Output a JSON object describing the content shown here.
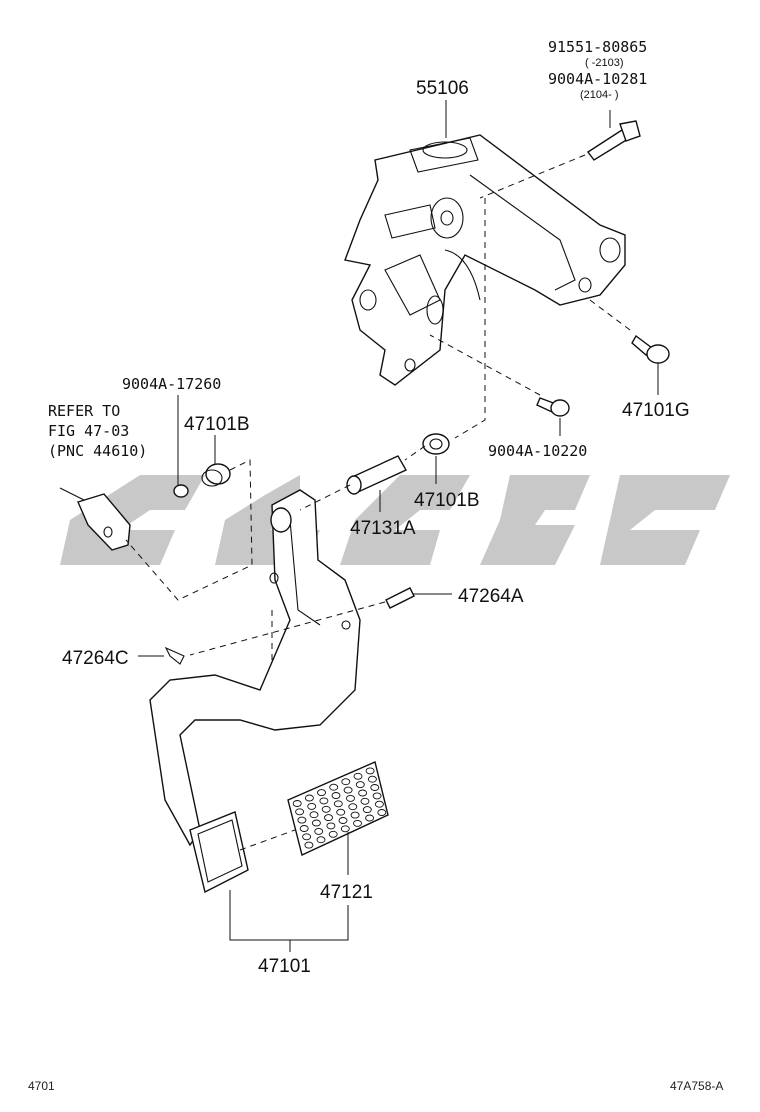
{
  "parts": {
    "p55106": "55106",
    "p91551": "91551-80865",
    "p91551_range": "( -2103)",
    "p9004A_10281": "9004A-10281",
    "p9004A_10281_range": "(2104- )",
    "p47101G": "47101G",
    "p9004A_10220": "9004A-10220",
    "p9004A_17260": "9004A-17260",
    "p47101B_left": "47101B",
    "p47101B_right": "47101B",
    "p47131A": "47131A",
    "p47264A": "47264A",
    "p47264C": "47264C",
    "p47121": "47121",
    "p47101": "47101"
  },
  "reference": {
    "line1": "REFER TO",
    "line2": "FIG 47-03",
    "line3": "(PNC 44610)"
  },
  "footer": {
    "left": "4701",
    "right": "47A758-A"
  }
}
